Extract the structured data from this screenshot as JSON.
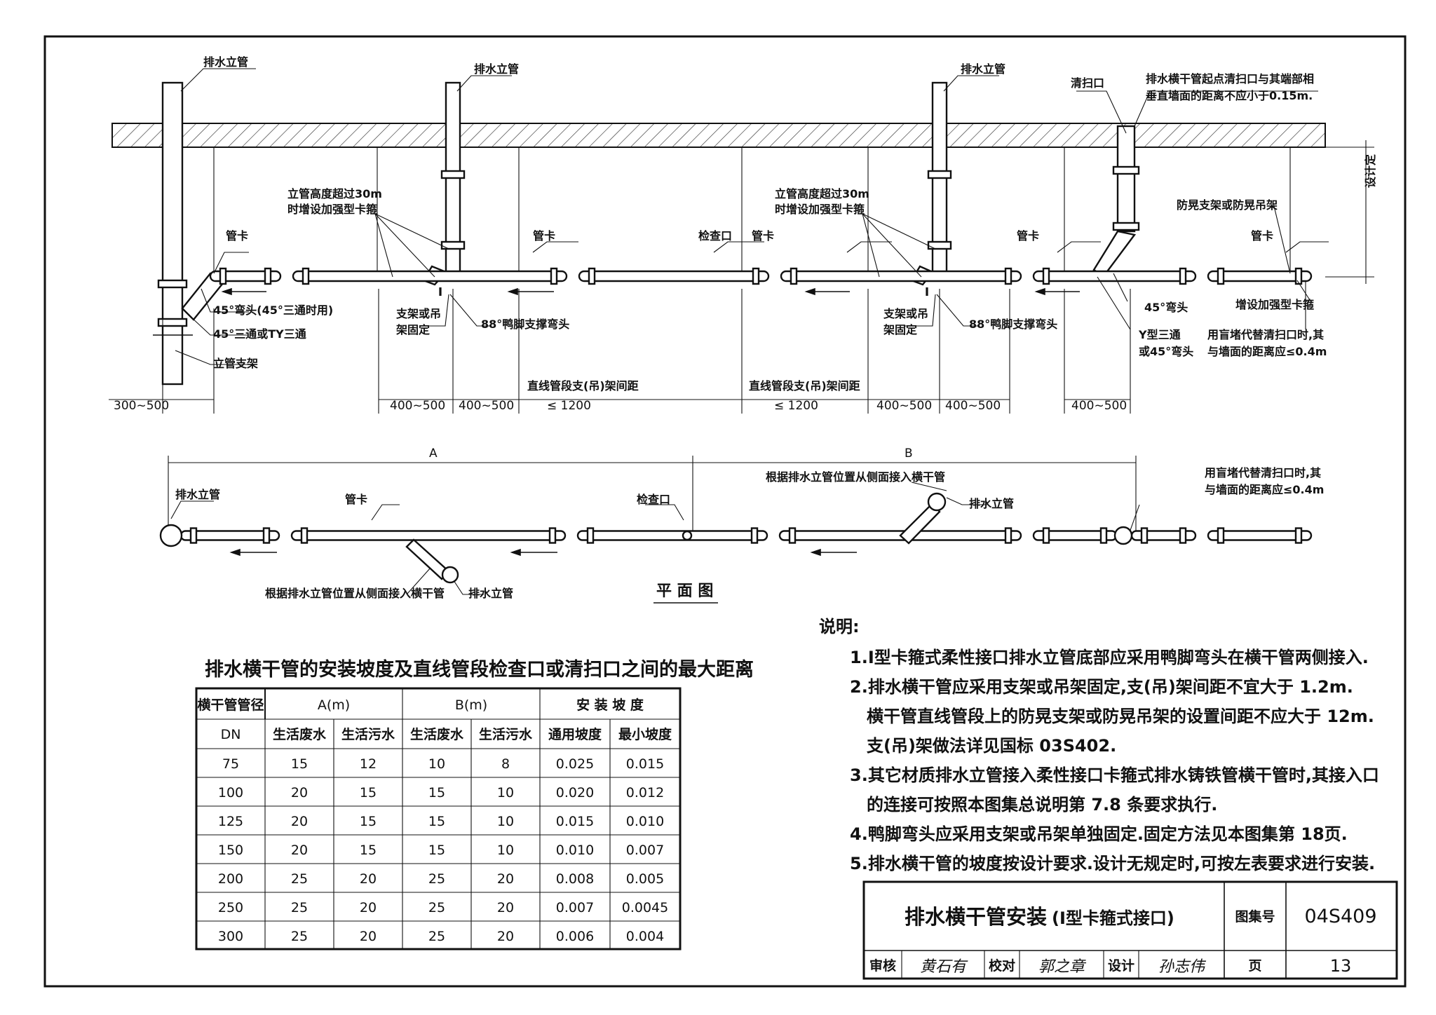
{
  "drawing": {
    "labels": {
      "stack_1": "排水立管",
      "stack_2": "排水立管",
      "stack_3": "排水立管",
      "cleanout_top": "清扫口",
      "cleanout_note_1": "排水横干管起点清扫口与其端部相",
      "cleanout_note_2": "垂直墙面的距离不应小于0.15m.",
      "design_fixed": "设计定",
      "reinforce_1a": "立管高度超过30m",
      "reinforce_1b": "时增设加强型卡箍",
      "reinforce_2a": "立管高度超过30m",
      "reinforce_2b": "时增设加强型卡箍",
      "sway_bracket": "防晃支架或防晃吊架",
      "clamp_1": "管卡",
      "clamp_2": "管卡",
      "inspection_top": "检查口",
      "clamp_3": "管卡",
      "clamp_4": "管卡",
      "clamp_5": "管卡",
      "elbow45_tee": "45°弯头(45°三通时用)",
      "tee45": "45°三通或TY三通",
      "stack_support": "立管支架",
      "bracket_fix_1a": "支架或吊",
      "bracket_fix_1b": "架固定",
      "duckfoot_1": "88°鸭脚支撑弯头",
      "bracket_fix_2a": "支架或吊",
      "bracket_fix_2b": "架固定",
      "duckfoot_2": "88°鸭脚支撑弯头",
      "elbow45": "45°弯头",
      "y_tee_a": "Y型三通",
      "y_tee_b": "或45°弯头",
      "add_clamp": "增设加强型卡箍",
      "plug_note_1a": "用盲堵代替清扫口时,其",
      "plug_note_1b": "与墙面的距离应≤0.4m",
      "dim_300_500": "300~500",
      "dim_400_500_a": "400~500",
      "dim_400_500_b": "400~500",
      "span_1a": "直线管段支(吊)架间距",
      "span_1b": "≤ 1200",
      "span_2a": "直线管段支(吊)架间距",
      "span_2b": "≤ 1200",
      "dim_400_500_c": "400~500",
      "dim_400_500_d": "400~500",
      "dim_400_500_e": "400~500",
      "plan_A": "A",
      "plan_B": "B",
      "plan_stack_1": "排水立管",
      "plan_clamp": "管卡",
      "plan_inspection": "检查口",
      "plan_side_1": "根据排水立管位置从侧面接入横干管",
      "plan_stack_2": "排水立管",
      "plan_side_2": "根据排水立管位置从侧面接入横干管",
      "plan_stack_3": "排水立管",
      "plan_plug_a": "用盲堵代替清扫口时,其",
      "plan_plug_b": "与墙面的距离应≤0.4m",
      "plan_title": "平  面  图"
    }
  },
  "table": {
    "title": "排水横干管的安装坡度及直线管段检查口或清扫口之间的最大距离",
    "header1": [
      "横干管管径",
      "A(m)",
      "B(m)",
      "安 装 坡 度"
    ],
    "header2": [
      "DN",
      "生活废水",
      "生活污水",
      "生活废水",
      "生活污水",
      "通用坡度",
      "最小坡度"
    ],
    "rows": [
      [
        "75",
        "15",
        "12",
        "10",
        "8",
        "0.025",
        "0.015"
      ],
      [
        "100",
        "20",
        "15",
        "15",
        "10",
        "0.020",
        "0.012"
      ],
      [
        "125",
        "20",
        "15",
        "15",
        "10",
        "0.015",
        "0.010"
      ],
      [
        "150",
        "20",
        "15",
        "15",
        "10",
        "0.010",
        "0.007"
      ],
      [
        "200",
        "25",
        "20",
        "25",
        "20",
        "0.008",
        "0.005"
      ],
      [
        "250",
        "25",
        "20",
        "25",
        "20",
        "0.007",
        "0.0045"
      ],
      [
        "300",
        "25",
        "20",
        "25",
        "20",
        "0.006",
        "0.004"
      ]
    ]
  },
  "notes": {
    "heading": "说明:",
    "lines": [
      "1.Ⅰ型卡箍式柔性接口排水立管底部应采用鸭脚弯头在横干管两侧接入.",
      "2.排水横干管应采用支架或吊架固定,支(吊)架间距不宜大于 1.2m.",
      "横干管直线管段上的防晃支架或防晃吊架的设置间距不应大于 12m.",
      "支(吊)架做法详见国标 03S402.",
      "3.其它材质排水立管接入柔性接口卡箍式排水铸铁管横干管时,其接入口",
      "的连接可按照本图集总说明第 7.8 条要求执行.",
      "4.鸭脚弯头应采用支架或吊架单独固定.固定方法见本图集第 18页.",
      "5.排水横干管的坡度按设计要求.设计无规定时,可按左表要求进行安装."
    ]
  },
  "title_block": {
    "title_main": "排水横干管安装",
    "title_sub": "(Ⅰ型卡箍式接口)",
    "atlas_label": "图集号",
    "atlas_no": "04S409",
    "review": "审核",
    "review_sig": "黄石有",
    "check": "校对",
    "check_sig": "郭之章",
    "design": "设计",
    "design_sig": "孙志伟",
    "page_label": "页",
    "page_no": "13"
  }
}
